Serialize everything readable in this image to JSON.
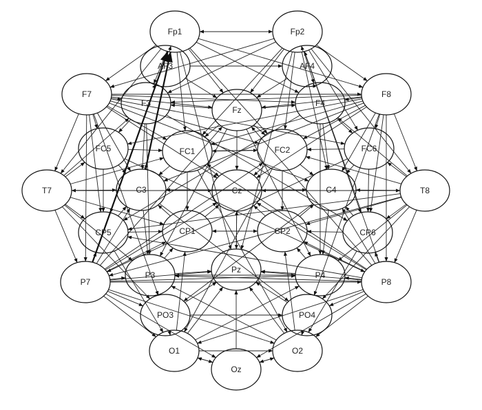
{
  "diagram": {
    "type": "directed-connectivity-graph",
    "line_color": "#222222",
    "background": "#ffffff",
    "nodes": [
      {
        "id": "Fp1",
        "label": "Fp1"
      },
      {
        "id": "Fp2",
        "label": "Fp2"
      },
      {
        "id": "AF3",
        "label": "AF3"
      },
      {
        "id": "AF4",
        "label": "AF4"
      },
      {
        "id": "F7",
        "label": "F7"
      },
      {
        "id": "F3",
        "label": "F3"
      },
      {
        "id": "Fz",
        "label": "Fz"
      },
      {
        "id": "F4",
        "label": "F4"
      },
      {
        "id": "F8",
        "label": "F8"
      },
      {
        "id": "FC5",
        "label": "FC5"
      },
      {
        "id": "FC1",
        "label": "FC1"
      },
      {
        "id": "FC2",
        "label": "FC2"
      },
      {
        "id": "FC6",
        "label": "FC6"
      },
      {
        "id": "T7",
        "label": "T7"
      },
      {
        "id": "C3",
        "label": "C3"
      },
      {
        "id": "Cz",
        "label": "Cz"
      },
      {
        "id": "C4",
        "label": "C4"
      },
      {
        "id": "T8",
        "label": "T8"
      },
      {
        "id": "CP5",
        "label": "CP5"
      },
      {
        "id": "CP1",
        "label": "CP1"
      },
      {
        "id": "CP2",
        "label": "CP2"
      },
      {
        "id": "CP6",
        "label": "CP6"
      },
      {
        "id": "P7",
        "label": "P7"
      },
      {
        "id": "P3",
        "label": "P3"
      },
      {
        "id": "Pz",
        "label": "Pz"
      },
      {
        "id": "P4",
        "label": "P4"
      },
      {
        "id": "P8",
        "label": "P8"
      },
      {
        "id": "PO3",
        "label": "PO3"
      },
      {
        "id": "PO4",
        "label": "PO4"
      },
      {
        "id": "O1",
        "label": "O1"
      },
      {
        "id": "Oz",
        "label": "Oz"
      },
      {
        "id": "O2",
        "label": "O2"
      }
    ],
    "edges": [
      [
        "Fp1",
        "Fp2"
      ],
      [
        "Fp2",
        "Fp1"
      ],
      [
        "Fp1",
        "F7"
      ],
      [
        "Fp1",
        "AF3"
      ],
      [
        "Fp1",
        "F3"
      ],
      [
        "Fp1",
        "Fz"
      ],
      [
        "Fp1",
        "F4"
      ],
      [
        "Fp1",
        "F8"
      ],
      [
        "Fp1",
        "FC1"
      ],
      [
        "Fp1",
        "FC2"
      ],
      [
        "Fp1",
        "C3"
      ],
      [
        "Fp1",
        "T7"
      ],
      [
        "Fp2",
        "F8"
      ],
      [
        "Fp2",
        "AF4"
      ],
      [
        "Fp2",
        "F4"
      ],
      [
        "Fp2",
        "Fz"
      ],
      [
        "Fp2",
        "F3"
      ],
      [
        "Fp2",
        "F7"
      ],
      [
        "Fp2",
        "FC2"
      ],
      [
        "Fp2",
        "FC6"
      ],
      [
        "Fp2",
        "C4"
      ],
      [
        "Fp2",
        "T8"
      ],
      [
        "Fp2",
        "FC1"
      ],
      [
        "F7",
        "F8"
      ],
      [
        "F7",
        "T7"
      ],
      [
        "F7",
        "FC5"
      ],
      [
        "F7",
        "F3"
      ],
      [
        "F7",
        "Fz"
      ],
      [
        "F7",
        "F4"
      ],
      [
        "F7",
        "FC1"
      ],
      [
        "F7",
        "C3"
      ],
      [
        "F7",
        "Cz"
      ],
      [
        "F7",
        "CP5"
      ],
      [
        "F7",
        "P7"
      ],
      [
        "F7",
        "FC6"
      ],
      [
        "F7",
        "C4"
      ],
      [
        "F7",
        "FC2"
      ],
      [
        "F8",
        "T8"
      ],
      [
        "F8",
        "FC6"
      ],
      [
        "F8",
        "F4"
      ],
      [
        "F8",
        "Fz"
      ],
      [
        "F8",
        "F3"
      ],
      [
        "F8",
        "FC2"
      ],
      [
        "F8",
        "C4"
      ],
      [
        "F8",
        "Cz"
      ],
      [
        "F8",
        "CP6"
      ],
      [
        "F8",
        "P8"
      ],
      [
        "F8",
        "FC5"
      ],
      [
        "F8",
        "C3"
      ],
      [
        "F8",
        "FC1"
      ],
      [
        "T7",
        "T8"
      ],
      [
        "T8",
        "T7"
      ],
      [
        "T7",
        "FC5"
      ],
      [
        "T7",
        "CP5"
      ],
      [
        "T7",
        "P7"
      ],
      [
        "T7",
        "C3"
      ],
      [
        "T7",
        "FC1"
      ],
      [
        "T7",
        "CP1"
      ],
      [
        "T7",
        "Cz"
      ],
      [
        "T7",
        "F3"
      ],
      [
        "T7",
        "P3"
      ],
      [
        "T8",
        "FC6"
      ],
      [
        "T8",
        "CP6"
      ],
      [
        "T8",
        "P8"
      ],
      [
        "T8",
        "C4"
      ],
      [
        "T8",
        "FC2"
      ],
      [
        "T8",
        "CP2"
      ],
      [
        "T8",
        "Cz"
      ],
      [
        "T8",
        "F4"
      ],
      [
        "T8",
        "P4"
      ],
      [
        "T8",
        "P7"
      ],
      [
        "T8",
        "CP5"
      ],
      [
        "P7",
        "P8"
      ],
      [
        "P7",
        "O1"
      ],
      [
        "P7",
        "PO3"
      ],
      [
        "P7",
        "P3"
      ],
      [
        "P7",
        "Pz"
      ],
      [
        "P7",
        "CP5"
      ],
      [
        "P7",
        "CP1"
      ],
      [
        "P7",
        "Cz"
      ],
      [
        "P7",
        "Fp1"
      ],
      [
        "P7",
        "Fz"
      ],
      [
        "P7",
        "FC2"
      ],
      [
        "P7",
        "C3"
      ],
      [
        "P7",
        "Oz"
      ],
      [
        "P7",
        "O2"
      ],
      [
        "P7",
        "P4"
      ],
      [
        "P8",
        "O2"
      ],
      [
        "P8",
        "PO4"
      ],
      [
        "P8",
        "P4"
      ],
      [
        "P8",
        "Pz"
      ],
      [
        "P8",
        "CP6"
      ],
      [
        "P8",
        "CP2"
      ],
      [
        "P8",
        "Cz"
      ],
      [
        "P8",
        "Fp2"
      ],
      [
        "P8",
        "Fz"
      ],
      [
        "P8",
        "FC1"
      ],
      [
        "P8",
        "C4"
      ],
      [
        "P8",
        "Oz"
      ],
      [
        "P8",
        "O1"
      ],
      [
        "P8",
        "P3"
      ],
      [
        "P8",
        "CP5"
      ],
      [
        "O1",
        "Oz"
      ],
      [
        "Oz",
        "O1"
      ],
      [
        "Oz",
        "O2"
      ],
      [
        "O2",
        "Oz"
      ],
      [
        "O1",
        "O2"
      ],
      [
        "O1",
        "PO3"
      ],
      [
        "O2",
        "PO4"
      ],
      [
        "O1",
        "Pz"
      ],
      [
        "O2",
        "Pz"
      ],
      [
        "Oz",
        "Pz"
      ],
      [
        "O1",
        "P4"
      ],
      [
        "O2",
        "P3"
      ],
      [
        "O1",
        "CP1"
      ],
      [
        "O2",
        "CP2"
      ],
      [
        "Fz",
        "Cz"
      ],
      [
        "Cz",
        "Pz"
      ],
      [
        "Pz",
        "Cz"
      ],
      [
        "Fz",
        "FC1"
      ],
      [
        "Fz",
        "FC2"
      ],
      [
        "Fz",
        "F3"
      ],
      [
        "Fz",
        "F4"
      ],
      [
        "Cz",
        "C3"
      ],
      [
        "Cz",
        "C4"
      ],
      [
        "C3",
        "C4"
      ],
      [
        "C4",
        "C3"
      ],
      [
        "FC1",
        "FC2"
      ],
      [
        "FC2",
        "FC1"
      ],
      [
        "FC1",
        "Cz"
      ],
      [
        "FC2",
        "Cz"
      ],
      [
        "FC1",
        "C3"
      ],
      [
        "FC2",
        "C4"
      ],
      [
        "FC5",
        "FC1"
      ],
      [
        "FC6",
        "FC2"
      ],
      [
        "FC5",
        "C3"
      ],
      [
        "FC6",
        "C4"
      ],
      [
        "CP1",
        "CP2"
      ],
      [
        "CP2",
        "CP1"
      ],
      [
        "CP1",
        "Cz"
      ],
      [
        "CP2",
        "Cz"
      ],
      [
        "CP1",
        "C3"
      ],
      [
        "CP2",
        "C4"
      ],
      [
        "CP5",
        "CP1"
      ],
      [
        "CP6",
        "CP2"
      ],
      [
        "CP5",
        "C3"
      ],
      [
        "CP6",
        "C4"
      ],
      [
        "P3",
        "P4"
      ],
      [
        "P4",
        "P3"
      ],
      [
        "P3",
        "Pz"
      ],
      [
        "P4",
        "Pz"
      ],
      [
        "PO3",
        "PO4"
      ],
      [
        "PO3",
        "Pz"
      ],
      [
        "PO4",
        "Pz"
      ],
      [
        "P3",
        "CP1"
      ],
      [
        "P4",
        "CP2"
      ],
      [
        "F3",
        "C3"
      ],
      [
        "F4",
        "C4"
      ],
      [
        "F3",
        "FC5"
      ],
      [
        "F4",
        "FC6"
      ],
      [
        "AF3",
        "F3"
      ],
      [
        "AF4",
        "F4"
      ],
      [
        "AF3",
        "Fz"
      ],
      [
        "AF4",
        "Fz"
      ],
      [
        "AF3",
        "AF4"
      ],
      [
        "FC5",
        "CP5"
      ],
      [
        "FC6",
        "CP6"
      ],
      [
        "C3",
        "P3"
      ],
      [
        "C4",
        "P4"
      ],
      [
        "FC1",
        "CP1"
      ],
      [
        "FC2",
        "CP2"
      ],
      [
        "F3",
        "P3"
      ],
      [
        "F4",
        "P4"
      ],
      [
        "Fp1",
        "Pz"
      ],
      [
        "Fp2",
        "Pz"
      ],
      [
        "Fp1",
        "CP5"
      ],
      [
        "Fp2",
        "CP6"
      ],
      [
        "F3",
        "CP6"
      ],
      [
        "F4",
        "CP5"
      ],
      [
        "FC5",
        "P8"
      ],
      [
        "FC6",
        "P7"
      ],
      [
        "C3",
        "PO4"
      ],
      [
        "C4",
        "PO3"
      ],
      [
        "F7",
        "PO3"
      ],
      [
        "F8",
        "PO4"
      ],
      [
        "T7",
        "PO3"
      ],
      [
        "T8",
        "PO4"
      ],
      [
        "CP5",
        "O1"
      ],
      [
        "CP6",
        "O2"
      ],
      [
        "FC1",
        "O2"
      ],
      [
        "FC2",
        "O1"
      ],
      [
        "Fz",
        "P3"
      ],
      [
        "Fz",
        "P4"
      ]
    ],
    "bold_edges": [
      [
        "P7",
        "Fp1"
      ],
      [
        "C3",
        "Fp1"
      ]
    ]
  }
}
